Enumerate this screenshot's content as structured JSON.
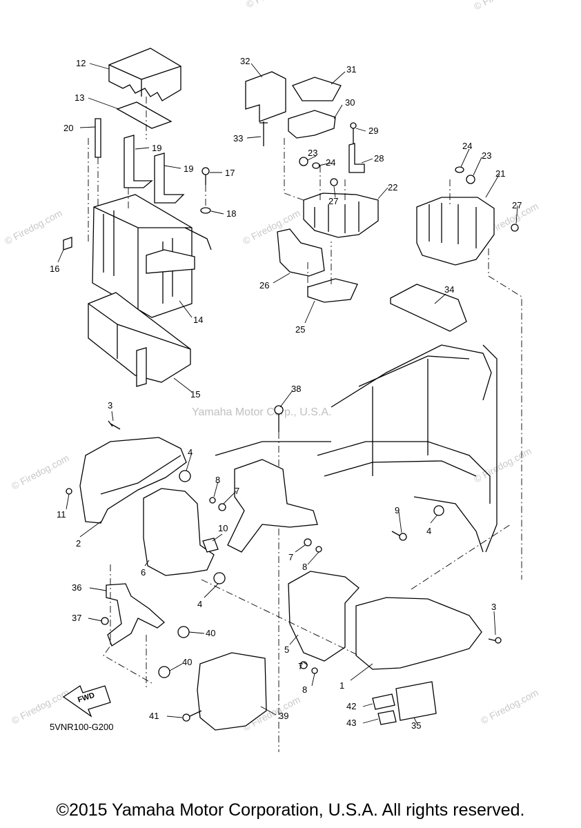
{
  "diagram_code": "5VNR100-G200",
  "copyright": "©2015 Yamaha Motor Corporation, U.S.A. All rights reserved.",
  "watermark_center": "Yamaha Motor Corp., U.S.A.",
  "watermark_site": "© Firedog.com",
  "fwd_label": "FWD",
  "part_numbers": [
    "1",
    "2",
    "3",
    "4",
    "5",
    "6",
    "7",
    "8",
    "9",
    "10",
    "11",
    "12",
    "13",
    "14",
    "15",
    "16",
    "17",
    "18",
    "19",
    "20",
    "21",
    "22",
    "23",
    "24",
    "25",
    "26",
    "27",
    "28",
    "29",
    "30",
    "31",
    "32",
    "33",
    "34",
    "35",
    "36",
    "37",
    "38",
    "39",
    "40",
    "41",
    "42",
    "43"
  ],
  "labels": {
    "l1": "1",
    "l2": "2",
    "l3a": "3",
    "l3b": "3",
    "l4a": "4",
    "l4b": "4",
    "l4c": "4",
    "l5": "5",
    "l6": "6",
    "l7a": "7",
    "l7b": "7",
    "l7c": "7",
    "l8a": "8",
    "l8b": "8",
    "l8c": "8",
    "l9": "9",
    "l10": "10",
    "l11": "11",
    "l12": "12",
    "l13": "13",
    "l14": "14",
    "l15": "15",
    "l16": "16",
    "l17": "17",
    "l18": "18",
    "l19a": "19",
    "l19b": "19",
    "l20": "20",
    "l21": "21",
    "l22": "22",
    "l23a": "23",
    "l23b": "23",
    "l24a": "24",
    "l24b": "24",
    "l25": "25",
    "l26": "26",
    "l27a": "27",
    "l27b": "27",
    "l28": "28",
    "l29": "29",
    "l30": "30",
    "l31": "31",
    "l32": "32",
    "l33": "33",
    "l34": "34",
    "l35": "35",
    "l36": "36",
    "l37": "37",
    "l38": "38",
    "l39": "39",
    "l40a": "40",
    "l40b": "40",
    "l41": "41",
    "l42": "42",
    "l43": "43"
  }
}
